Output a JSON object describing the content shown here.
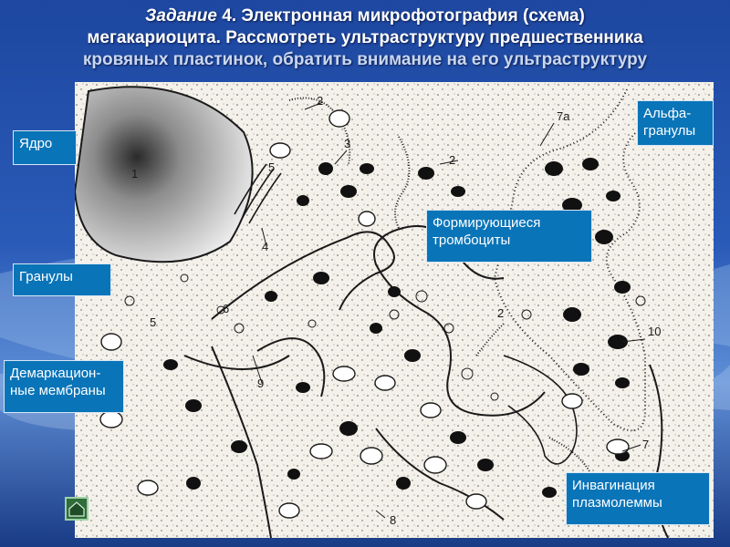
{
  "title": {
    "prefix": "Задание",
    "number": " 4.",
    "line1_rest": " Электронная микрофотография (схема)",
    "line2": "мегакариоцита.  Рассмотреть ультраструктуру предшественника",
    "line3": "кровяных пластинок, обратить внимание на его ультраструктуру"
  },
  "labels": {
    "nucleus": "Ядро",
    "granules": "Гранулы",
    "demarcation": "Демаркацион-\nные мембраны",
    "alpha": "Альфа-\nгранулы",
    "forming": "Формирующиеся\nтромбоциты",
    "invagination": "Инвагинация\nплазмолеммы"
  },
  "figure_numbers": [
    "1",
    "2",
    "2",
    "2",
    "3",
    "4",
    "5",
    "5",
    "6",
    "7а",
    "7",
    "8",
    "9",
    "10"
  ],
  "colors": {
    "callout": "#0a74b8",
    "paper": "#f4f1ea",
    "ink": "#1a1a1a"
  },
  "icons": {
    "nav": "home-icon"
  }
}
